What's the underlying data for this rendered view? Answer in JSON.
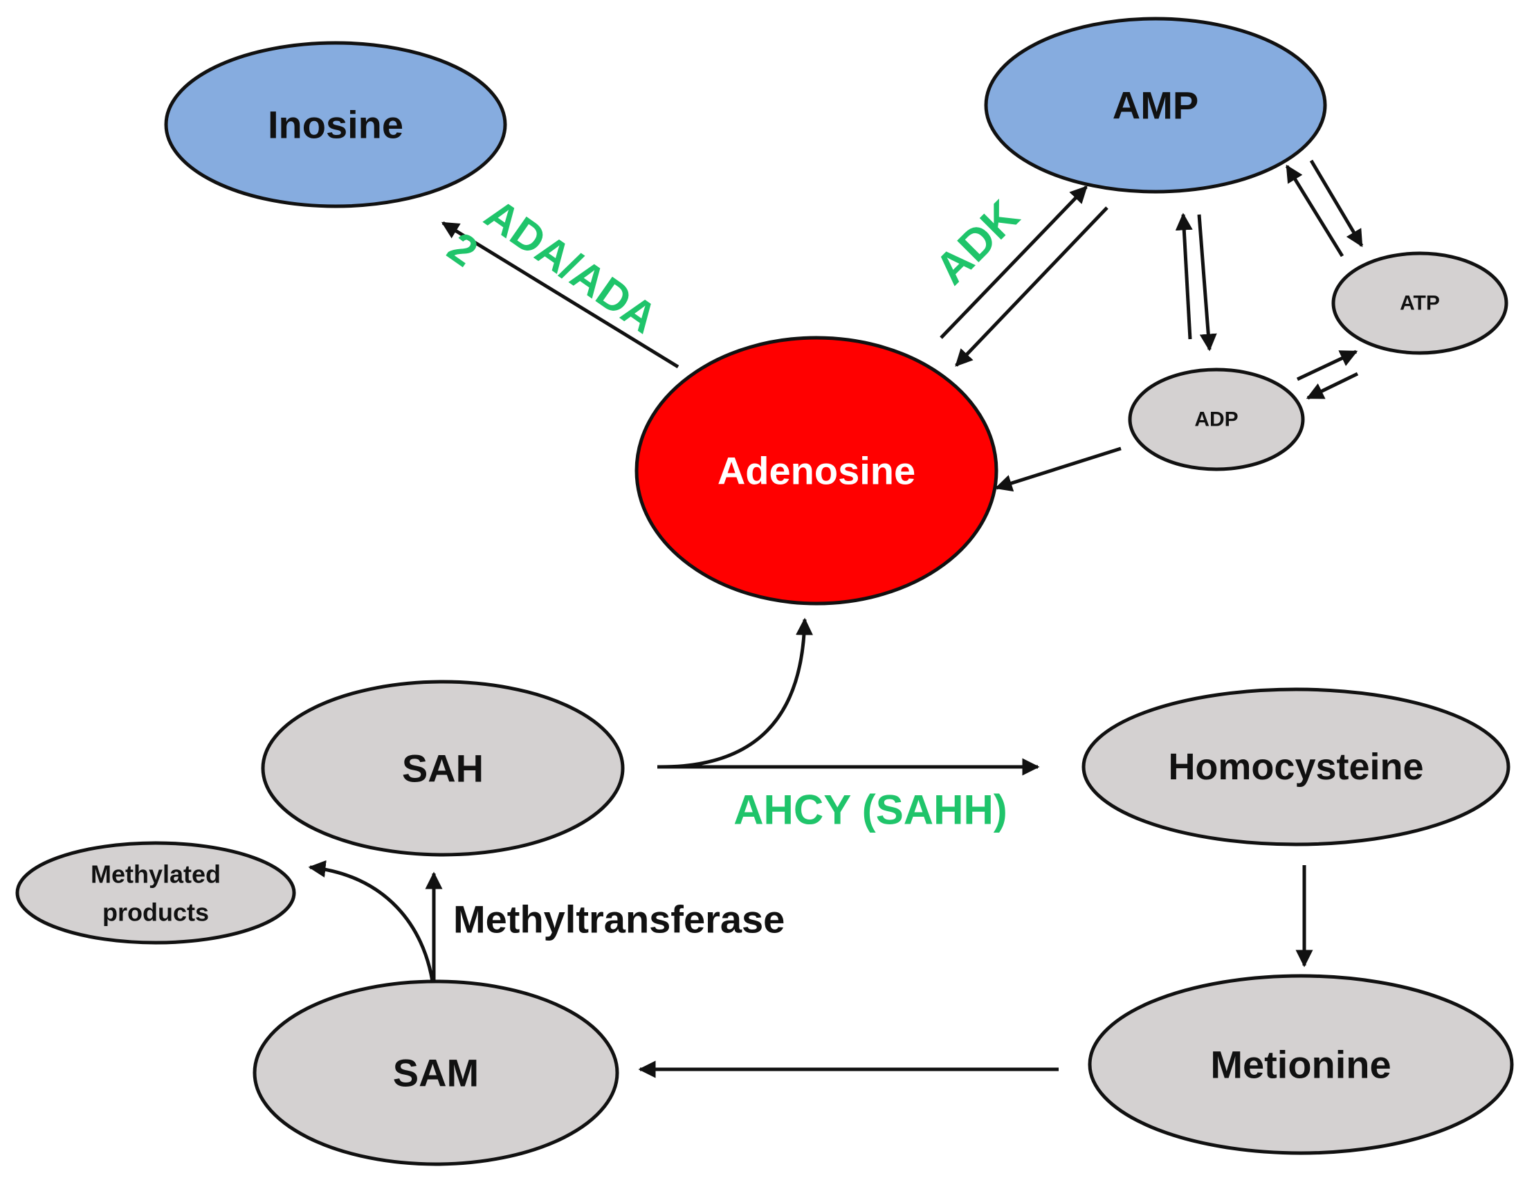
{
  "colors": {
    "blue_node": "#86ACDF",
    "red_node": "#FF0000",
    "gray_node": "#D4D1D1",
    "enzyme_green": "#1FC46A",
    "outline": "#111111",
    "background": "#FFFFFF"
  },
  "nodes": {
    "inosine": "Inosine",
    "amp": "AMP",
    "atp": "ATP",
    "adp": "ADP",
    "adenosine": "Adenosine",
    "sah": "SAH",
    "homocysteine": "Homocysteine",
    "methylated_products_line1": "Methylated",
    "methylated_products_line2": "products",
    "sam": "SAM",
    "metionine": "Metionine"
  },
  "enzymes": {
    "ada_line1": "ADA/ADA",
    "ada_line2": "2",
    "adk": "ADK",
    "ahcy": "AHCY (SAHH)",
    "methyltransferase": "Methyltransferase"
  }
}
